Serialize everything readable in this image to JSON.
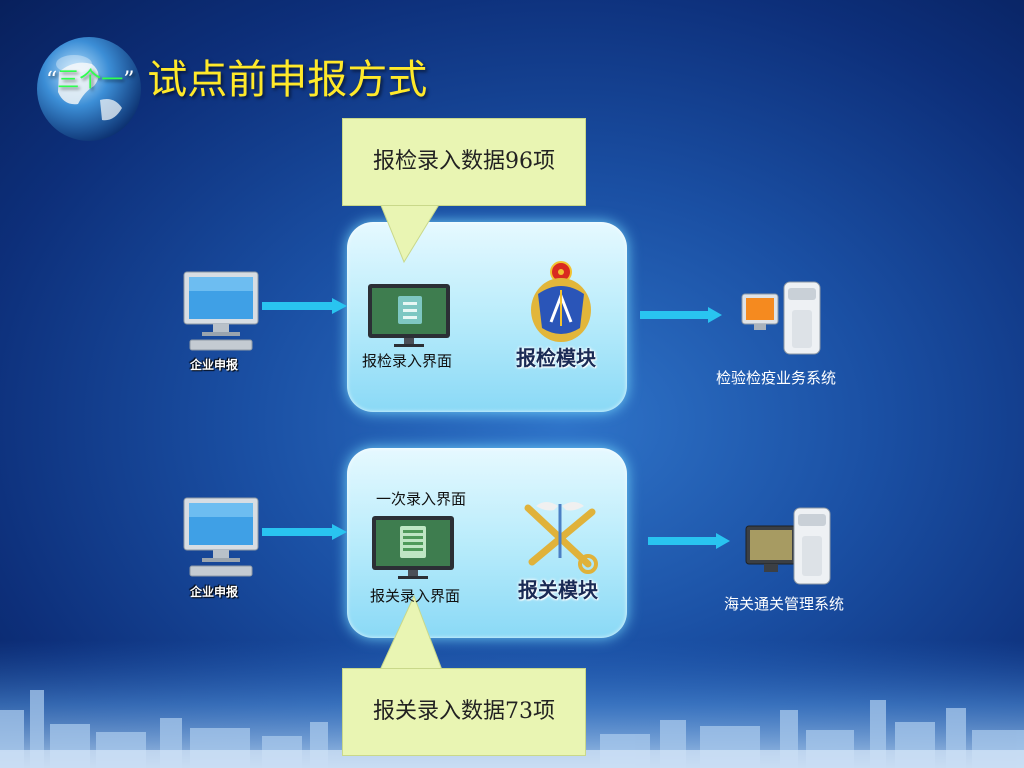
{
  "title": {
    "quote_open": "“",
    "highlight": "三个一",
    "quote_close": "”",
    "text": "试点前申报方式"
  },
  "callouts": {
    "top": "报检录入数据96项",
    "bottom": "报关录入数据73项"
  },
  "rows": [
    {
      "enterprise_label": "企业申报",
      "entry_screen_label": "报检录入界面",
      "module_label": "报检模块",
      "system_label": "检验检疫业务系统"
    },
    {
      "enterprise_label": "企业申报",
      "unified_entry_label": "一次录入界面",
      "entry_screen_label": "报关录入界面",
      "module_label": "报关模块",
      "system_label": "海关通关管理系统"
    }
  ],
  "colors": {
    "title": "#ffe92a",
    "title_highlight": "#2fff4f",
    "callout_fill": "#e9f5b3",
    "panel_light": "#e6f9ff",
    "panel_dark": "#8ad9f6",
    "arrow": "#29c4f0"
  },
  "icons": [
    "globe-icon",
    "computer-icon",
    "monitor-icon",
    "inspection-emblem-icon",
    "customs-emblem-icon",
    "server-icon"
  ]
}
